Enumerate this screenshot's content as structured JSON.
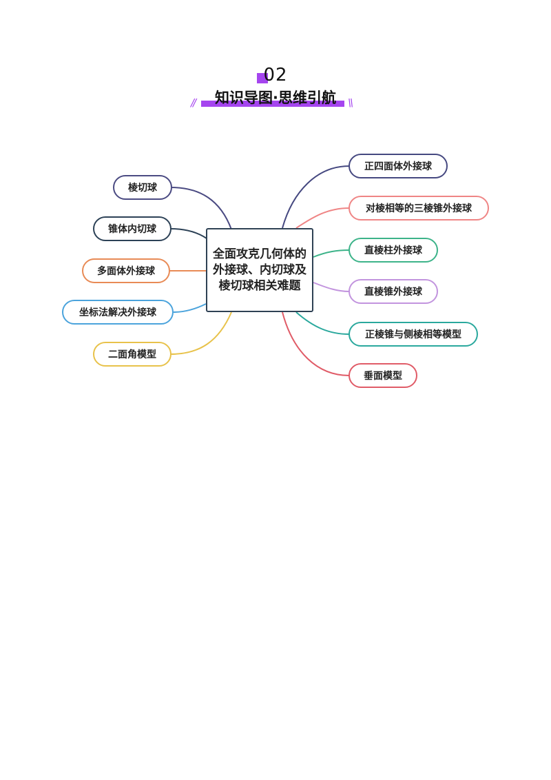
{
  "header": {
    "number": "02",
    "title": "知识导图·思维引航",
    "slash_left": "//",
    "slash_right": "\\\\"
  },
  "central_topic": "全面攻克几何体的外接球、内切球及棱切球相关难题",
  "left_branches": [
    {
      "label": "棱切球",
      "color": "#4a4a82"
    },
    {
      "label": "锥体内切球",
      "color": "#2c4156"
    },
    {
      "label": "多面体外接球",
      "color": "#e88a55"
    },
    {
      "label": "坐标法解决外接球",
      "color": "#4aa3dc"
    },
    {
      "label": "二面角模型",
      "color": "#e8c24a"
    }
  ],
  "right_branches": [
    {
      "label": "正四面体外接球",
      "color": "#454880"
    },
    {
      "label": "对棱相等的三棱锥外接球",
      "color": "#ef8585"
    },
    {
      "label": "直棱柱外接球",
      "color": "#3cb389"
    },
    {
      "label": "直棱锥外接球",
      "color": "#c294de"
    },
    {
      "label": "正棱锥与侧棱相等模型",
      "color": "#2aa89d"
    },
    {
      "label": "垂面模型",
      "color": "#e05b67"
    }
  ]
}
